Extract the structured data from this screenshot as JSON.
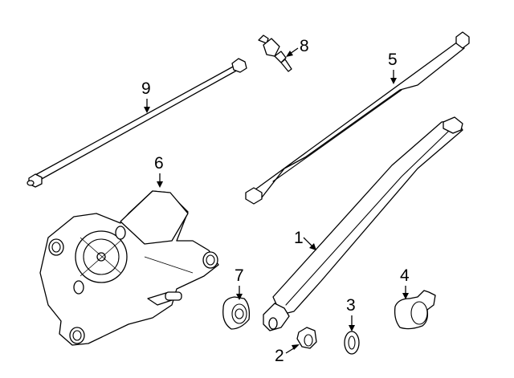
{
  "diagram": {
    "type": "exploded-parts-diagram",
    "subject": "rear wiper assembly",
    "background": "#ffffff",
    "line_color": "#000000",
    "callouts": [
      {
        "id": "1",
        "label": "1",
        "part": "wiper-arm"
      },
      {
        "id": "2",
        "label": "2",
        "part": "nut"
      },
      {
        "id": "3",
        "label": "3",
        "part": "washer"
      },
      {
        "id": "4",
        "label": "4",
        "part": "arm-cap"
      },
      {
        "id": "5",
        "label": "5",
        "part": "wiper-blade"
      },
      {
        "id": "6",
        "label": "6",
        "part": "wiper-motor"
      },
      {
        "id": "7",
        "label": "7",
        "part": "grommet"
      },
      {
        "id": "8",
        "label": "8",
        "part": "washer-nozzle"
      },
      {
        "id": "9",
        "label": "9",
        "part": "washer-hose"
      }
    ]
  }
}
